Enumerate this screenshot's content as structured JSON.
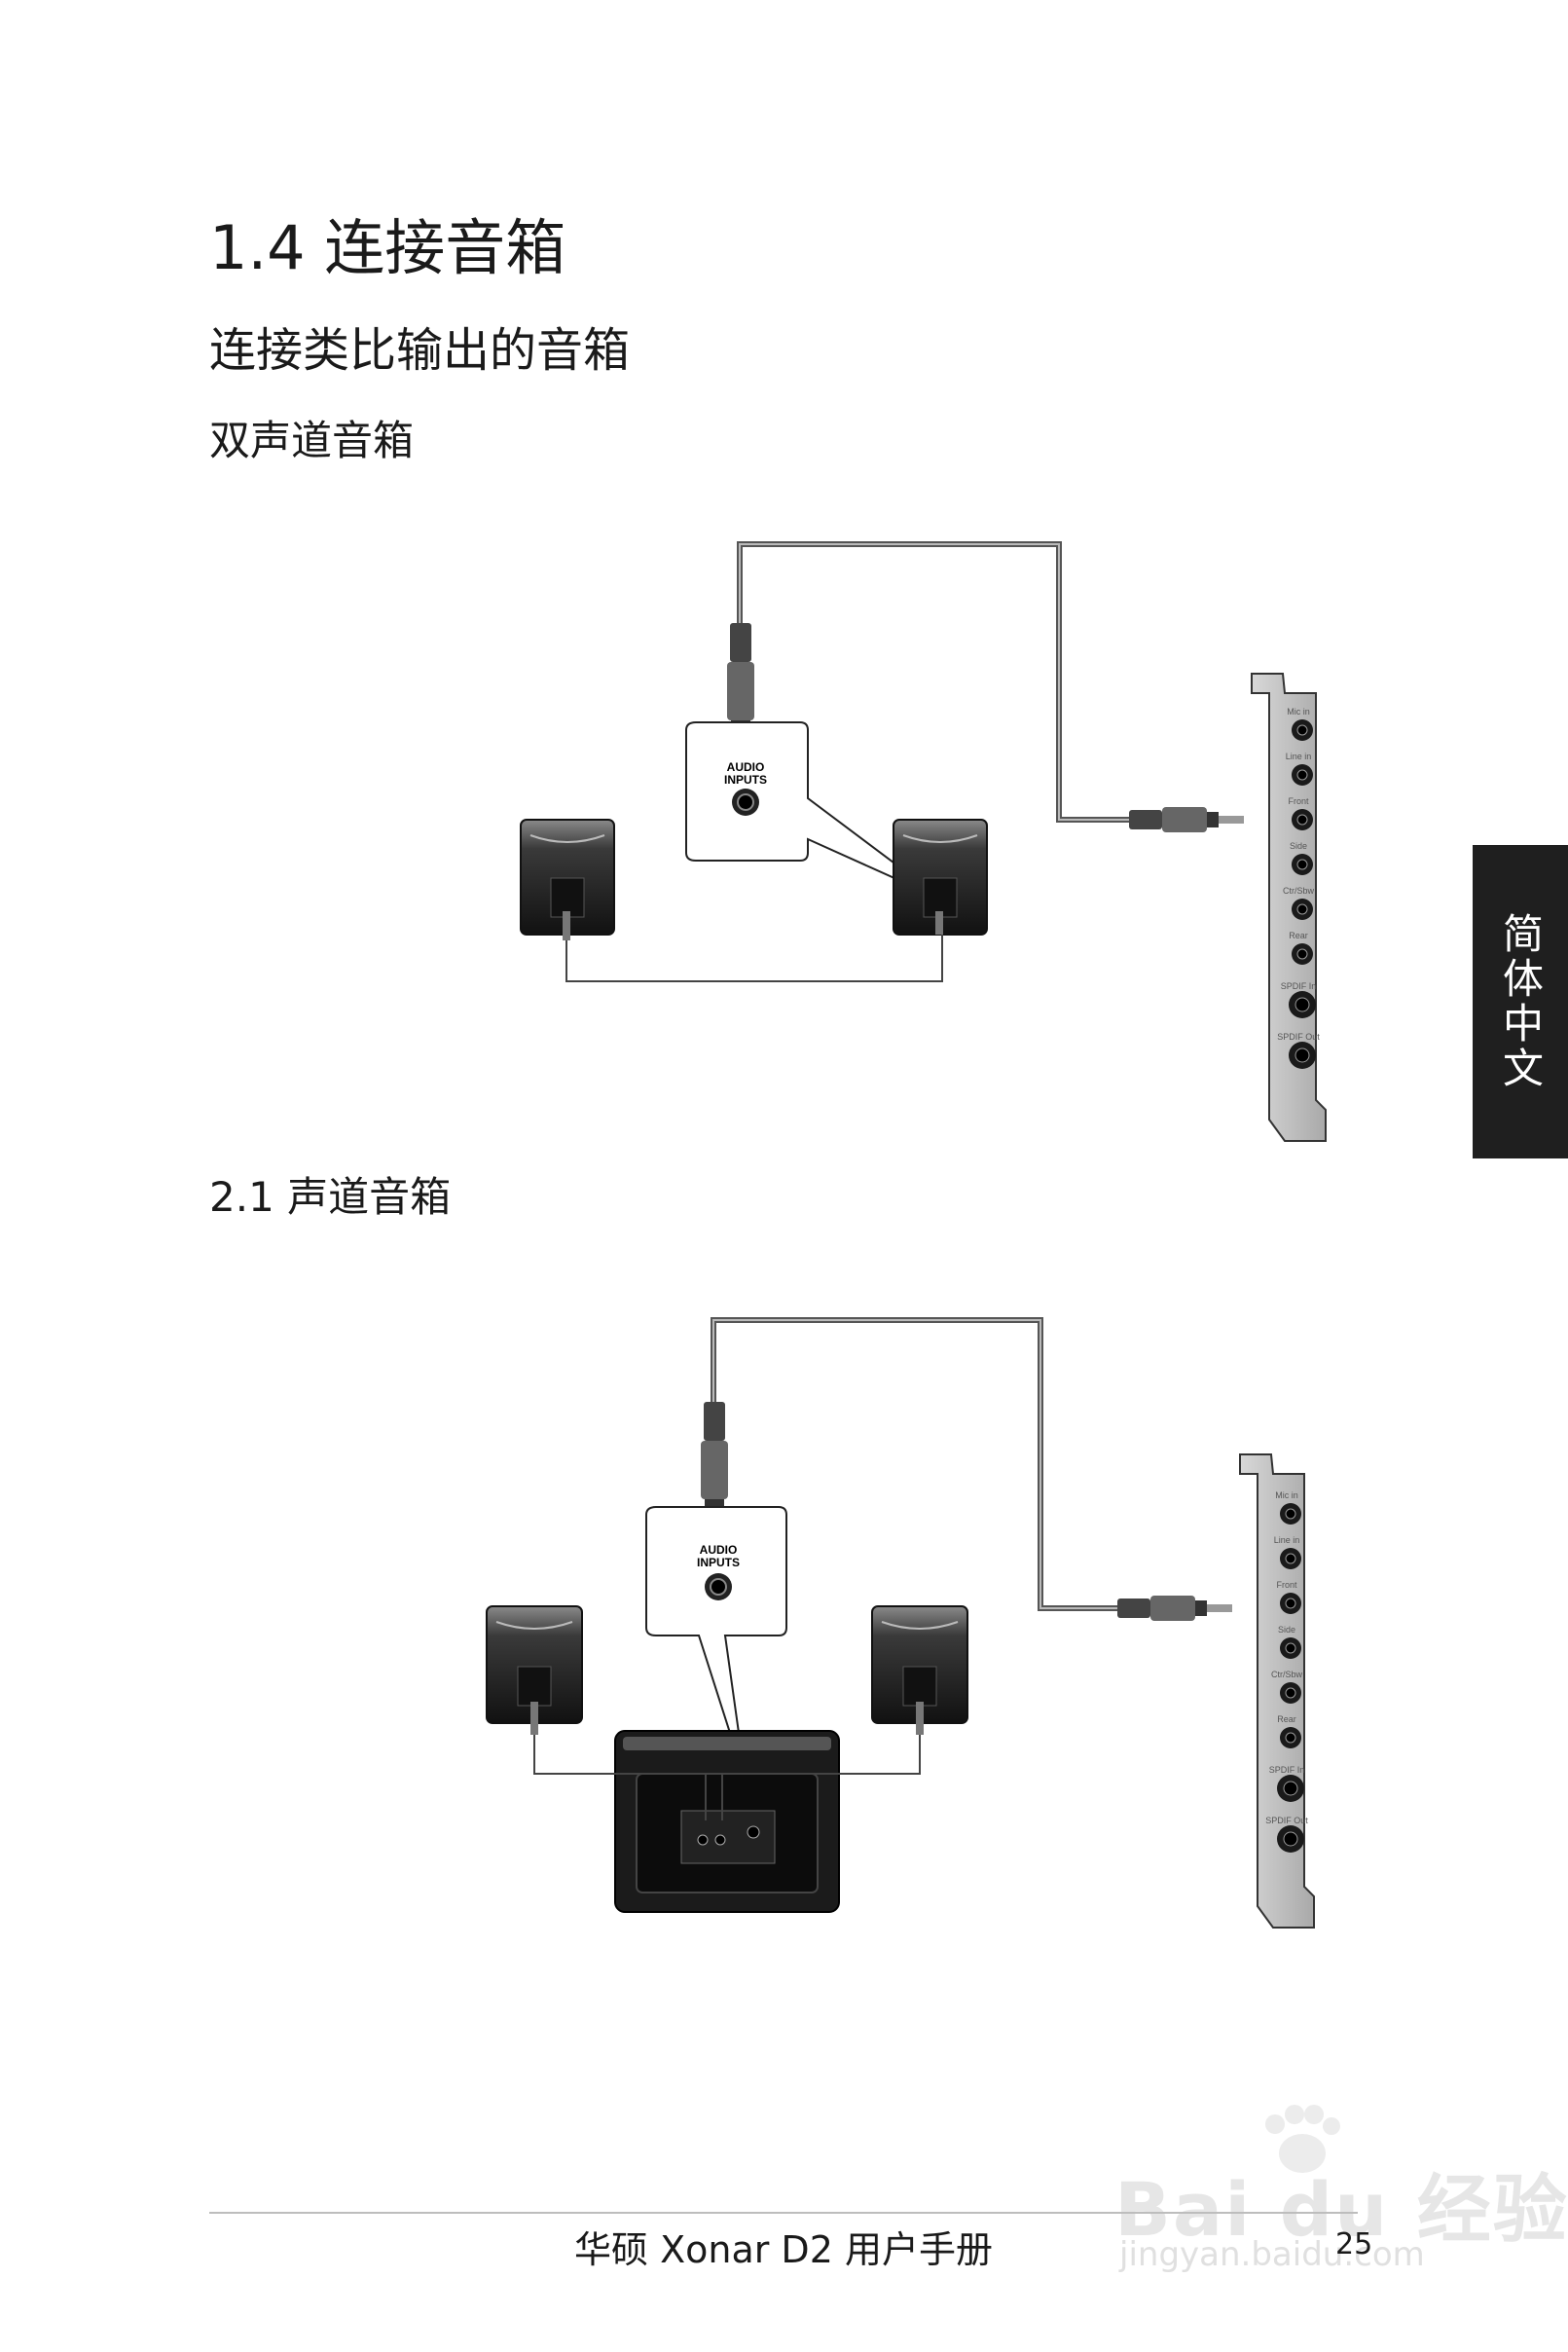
{
  "section": {
    "title": "1.4 连接音箱",
    "subtitle": "连接类比输出的音箱",
    "stereo_heading": "双声道音箱",
    "two_one_heading": "2.1 声道音箱"
  },
  "diagram": {
    "audio_inputs_line1": "AUDIO",
    "audio_inputs_line2": "INPUTS",
    "card_ports": [
      "Mic in",
      "Line in",
      "Front",
      "Side",
      "Ctr/Sbw",
      "Rear",
      "SPDIF In",
      "SPDIF Out"
    ]
  },
  "side_tab": {
    "label": "简体中文"
  },
  "footer": {
    "title": "华硕 Xonar D2 用户手册",
    "page_number": "25"
  },
  "watermark": {
    "brand": "Bai du 经验",
    "url": "jingyan.baidu.com"
  }
}
